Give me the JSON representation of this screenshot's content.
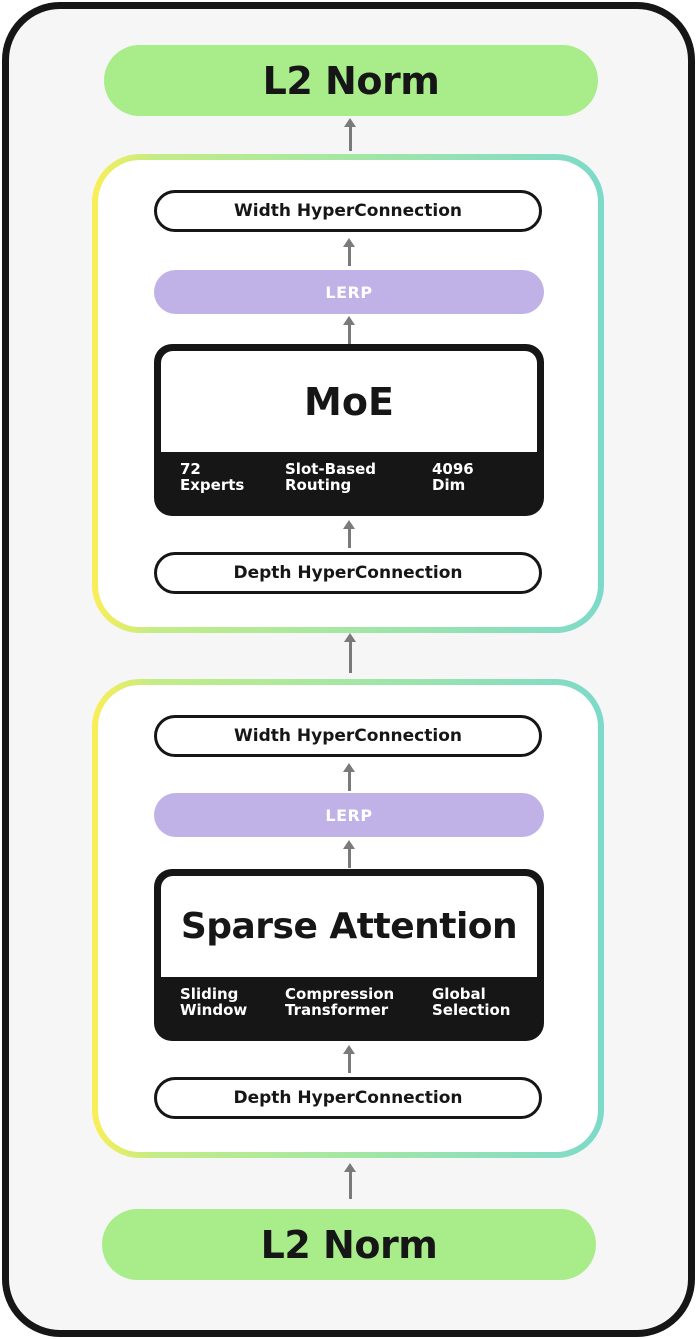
{
  "diagram": {
    "top_norm": "L2 Norm",
    "bottom_norm": "L2 Norm",
    "moe_block": {
      "width_connection": "Width HyperConnection",
      "lerp": "LERP",
      "module_title": "MoE",
      "features": [
        "72\nExperts",
        "Slot-Based\nRouting",
        "4096\nDim"
      ],
      "depth_connection": "Depth HyperConnection"
    },
    "attention_block": {
      "width_connection": "Width HyperConnection",
      "lerp": "LERP",
      "module_title": "Sparse Attention",
      "features": [
        "Sliding\nWindow",
        "Compression\nTransformer",
        "Global\nSelection"
      ],
      "depth_connection": "Depth HyperConnection"
    }
  },
  "colors": {
    "norm_fill": "#a9ed8b",
    "lerp_fill": "#c0b1e7",
    "frame": "#161616",
    "arrow": "#7a7a7a",
    "block_gradient": [
      "#fbee55",
      "#c4ec86",
      "#a8e8a0",
      "#7ddac9"
    ]
  }
}
